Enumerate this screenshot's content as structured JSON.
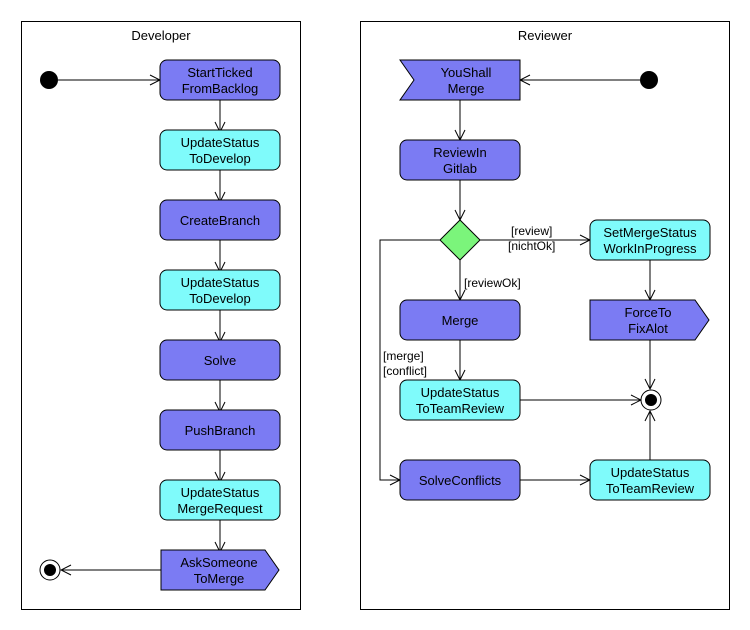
{
  "lanes": {
    "developer": "Developer",
    "reviewer": "Reviewer"
  },
  "colors": {
    "action": "#7b7bf3",
    "status": "#7ffbfb",
    "decision": "#7bf57b"
  },
  "developer": {
    "start_ticket": [
      "StartTicked",
      "FromBacklog"
    ],
    "update_develop_1": [
      "UpdateStatus",
      "ToDevelop"
    ],
    "create_branch": [
      "CreateBranch"
    ],
    "update_develop_2": [
      "UpdateStatus",
      "ToDevelop"
    ],
    "solve": [
      "Solve"
    ],
    "push_branch": [
      "PushBranch"
    ],
    "update_merge_request": [
      "UpdateStatus",
      "MergeRequest"
    ],
    "ask_someone": [
      "AskSomeone",
      "ToMerge"
    ]
  },
  "reviewer": {
    "you_shall_merge": [
      "YouShall",
      "Merge"
    ],
    "review_in_gitlab": [
      "ReviewIn",
      "Gitlab"
    ],
    "merge": [
      "Merge"
    ],
    "update_team_review_1": [
      "UpdateStatus",
      "ToTeamReview"
    ],
    "solve_conflicts": [
      "SolveConflicts"
    ],
    "set_merge_status": [
      "SetMergeStatus",
      "WorkInProgress"
    ],
    "force_to_fix": [
      "ForceTo",
      "FixAlot"
    ],
    "update_team_review_2": [
      "UpdateStatus",
      "ToTeamReview"
    ]
  },
  "guards": {
    "review": "[review]",
    "nicht_ok": "[nichtOk]",
    "review_ok": "[reviewOk]",
    "merge": "[merge]",
    "conflict": "[conflict]"
  }
}
